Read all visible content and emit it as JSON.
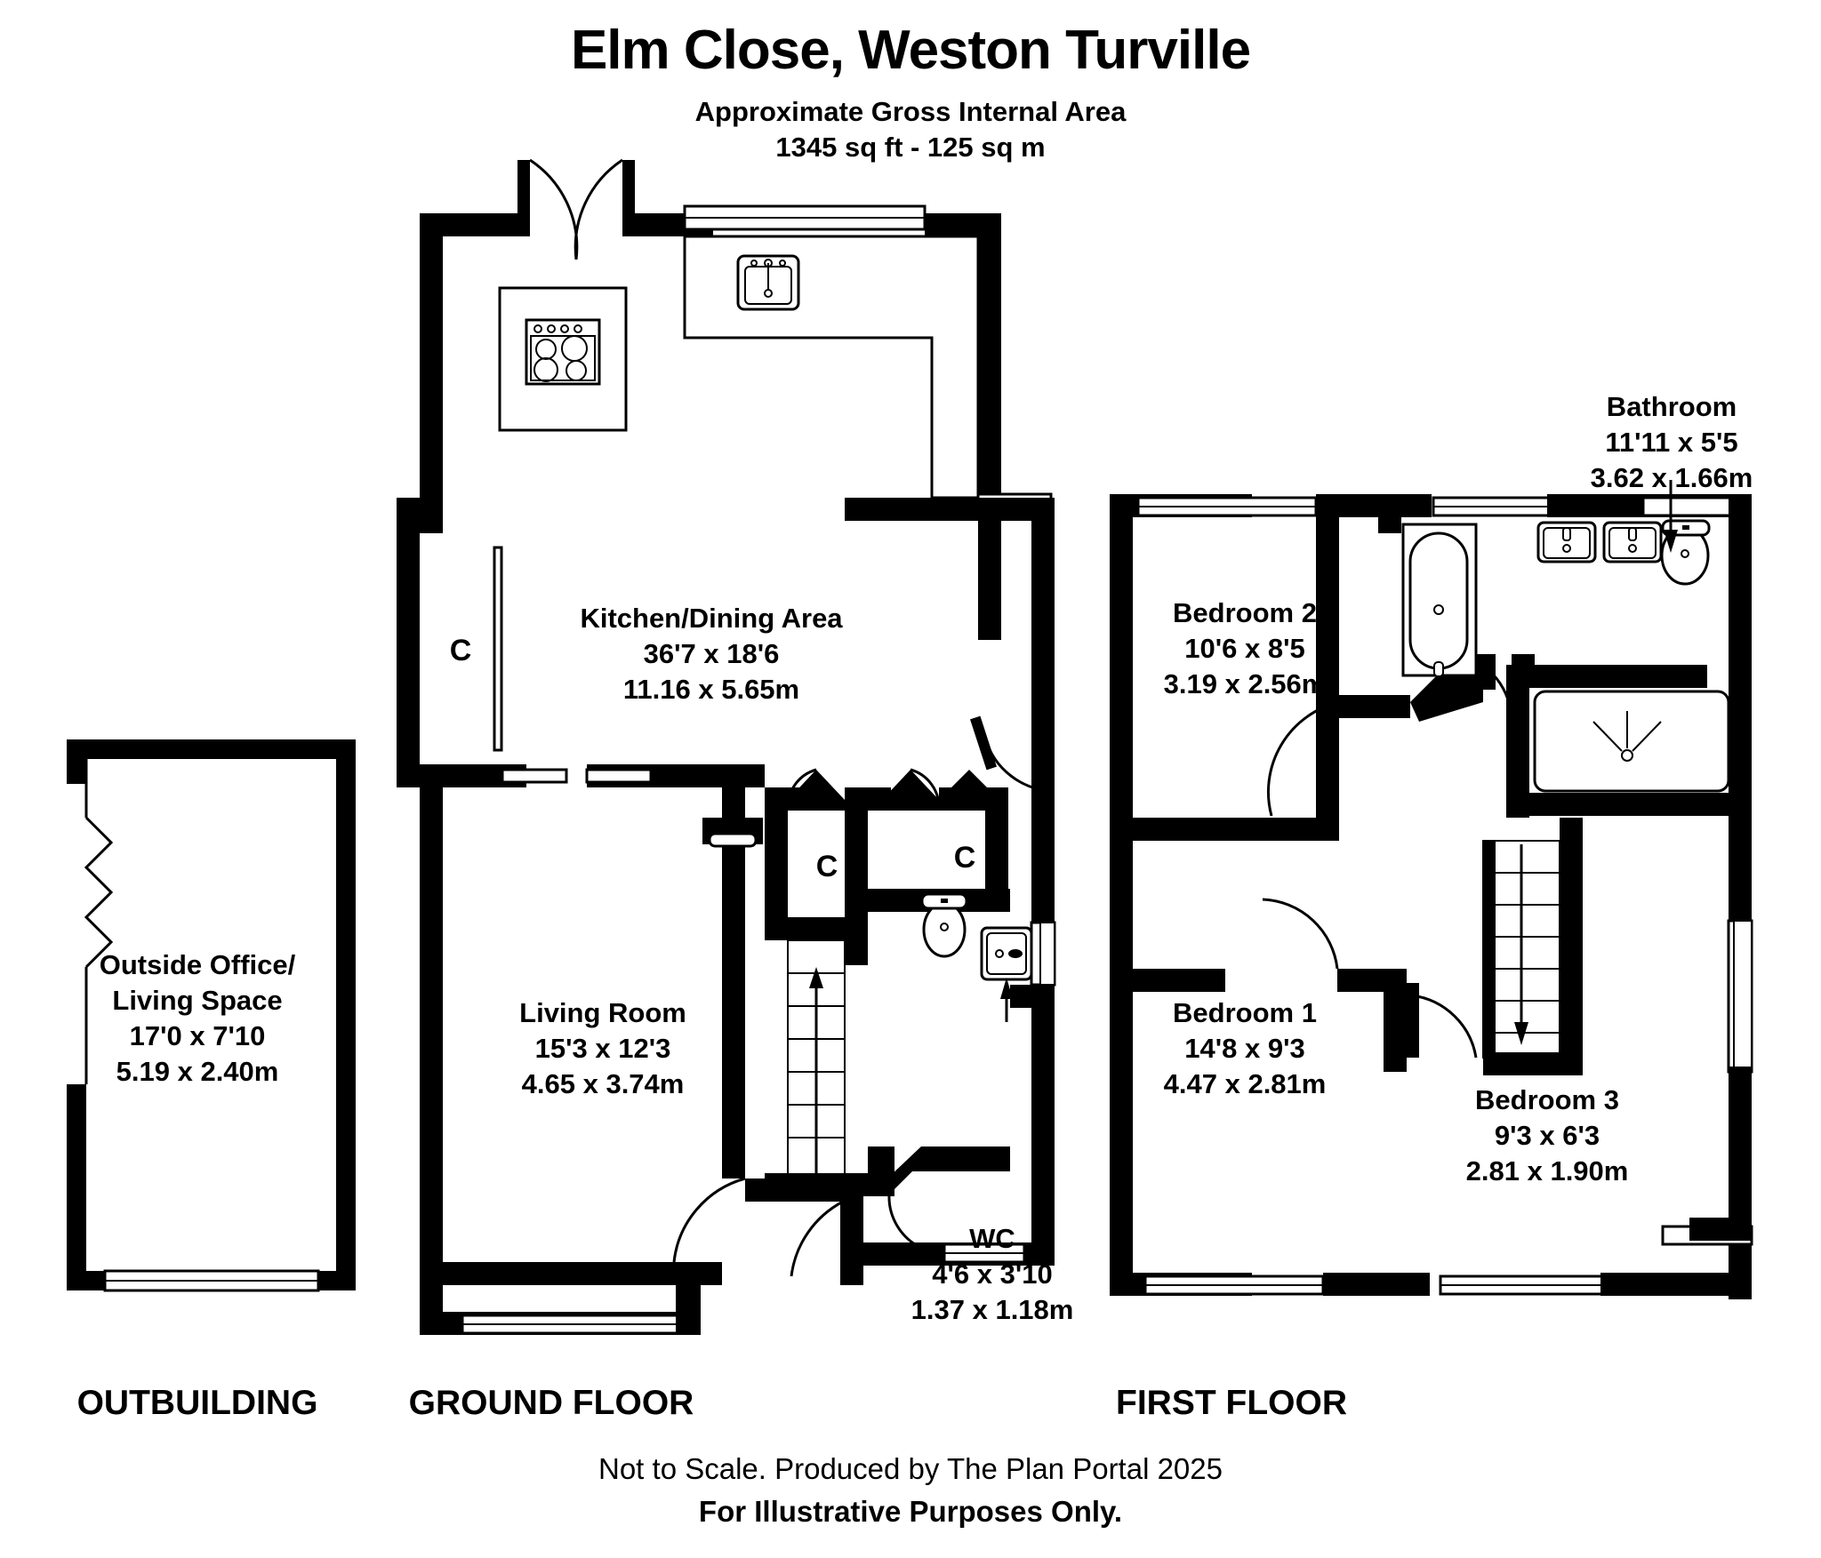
{
  "header": {
    "title": "Elm Close, Weston Turville",
    "subtitle_line1": "Approximate Gross Internal Area",
    "subtitle_line2": "1345 sq ft - 125 sq m"
  },
  "floors": [
    {
      "key": "outbuilding",
      "label": "OUTBUILDING"
    },
    {
      "key": "ground",
      "label": "GROUND FLOOR"
    },
    {
      "key": "first",
      "label": "FIRST FLOOR"
    }
  ],
  "rooms": {
    "outside_office": {
      "name_line1": "Outside Office/",
      "name_line2": "Living Space",
      "imperial": "17'0 x 7'10",
      "metric": "5.19 x 2.40m"
    },
    "kitchen_dining": {
      "name": "Kitchen/Dining Area",
      "imperial": "36'7 x 18'6",
      "metric": "11.16 x 5.65m"
    },
    "living_room": {
      "name": "Living Room",
      "imperial": "15'3 x 12'3",
      "metric": "4.65 x 3.74m"
    },
    "wc": {
      "name": "WC",
      "imperial": "4'6 x 3'10",
      "metric": "1.37 x 1.18m"
    },
    "bedroom_1": {
      "name": "Bedroom 1",
      "imperial": "14'8 x 9'3",
      "metric": "4.47 x 2.81m"
    },
    "bedroom_2": {
      "name": "Bedroom 2",
      "imperial": "10'6 x 8'5",
      "metric": "3.19 x 2.56m"
    },
    "bedroom_3": {
      "name": "Bedroom 3",
      "imperial": "9'3 x 6'3",
      "metric": "2.81 x 1.90m"
    },
    "bathroom": {
      "name": "Bathroom",
      "imperial": "11'11 x 5'5",
      "metric": "3.62 x 1.66m"
    }
  },
  "cupboards": [
    {
      "id": "cupboard-kitchen",
      "label": "C"
    },
    {
      "id": "cupboard-hall-left",
      "label": "C"
    },
    {
      "id": "cupboard-hall-right",
      "label": "C"
    }
  ],
  "footer": {
    "line1": "Not to Scale. Produced by The Plan Portal 2025",
    "line2": "For Illustrative Purposes Only."
  },
  "colors": {
    "wall": "#000000",
    "background": "#ffffff",
    "fixture_stroke": "#000000",
    "window_fill": "#ffffff"
  }
}
